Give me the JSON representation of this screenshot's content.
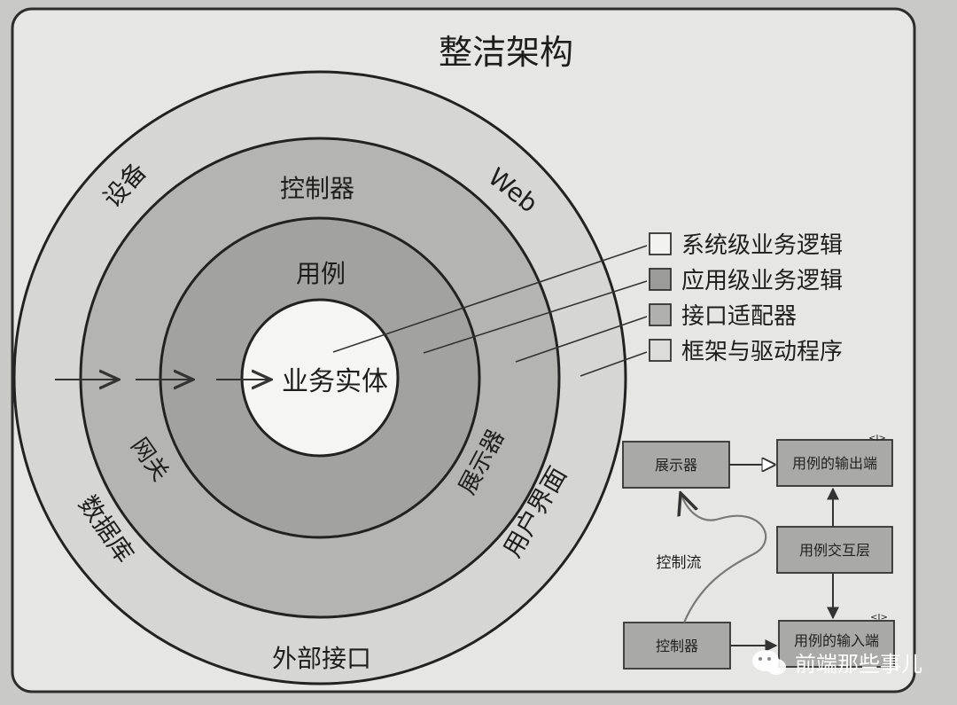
{
  "title": "整洁架构",
  "rings": {
    "outer_labels": [
      "设备",
      "Web",
      "数据库",
      "用户界面",
      "外部接口"
    ],
    "adapter_labels": [
      "控制器",
      "网关",
      "展示器"
    ],
    "usecase_label": "用例",
    "entity_label": "业务实体"
  },
  "legend": [
    {
      "label": "系统级业务逻辑",
      "color": "#f2f2f0"
    },
    {
      "label": "应用级业务逻辑",
      "color": "#9b9b99"
    },
    {
      "label": "接口适配器",
      "color": "#b0b0ae"
    },
    {
      "label": "框架与驱动程序",
      "color": "#dcdcda"
    }
  ],
  "flow": {
    "presenter": "展示器",
    "output_port": "用例的输出端",
    "interactor": "用例交互层",
    "controller": "控制器",
    "input_port": "用例的输入端",
    "control_flow": "控制流",
    "port_marker": "<I>"
  },
  "watermark": "前端那些事儿",
  "colors": {
    "frame_bg": "#e6e6e4",
    "outer_ring": "#d6d6d4",
    "adapter_ring": "#b4b4b2",
    "usecase_ring": "#a2a2a0",
    "entity_core": "#f5f5f3",
    "box_fill": "#a9a9a7"
  }
}
